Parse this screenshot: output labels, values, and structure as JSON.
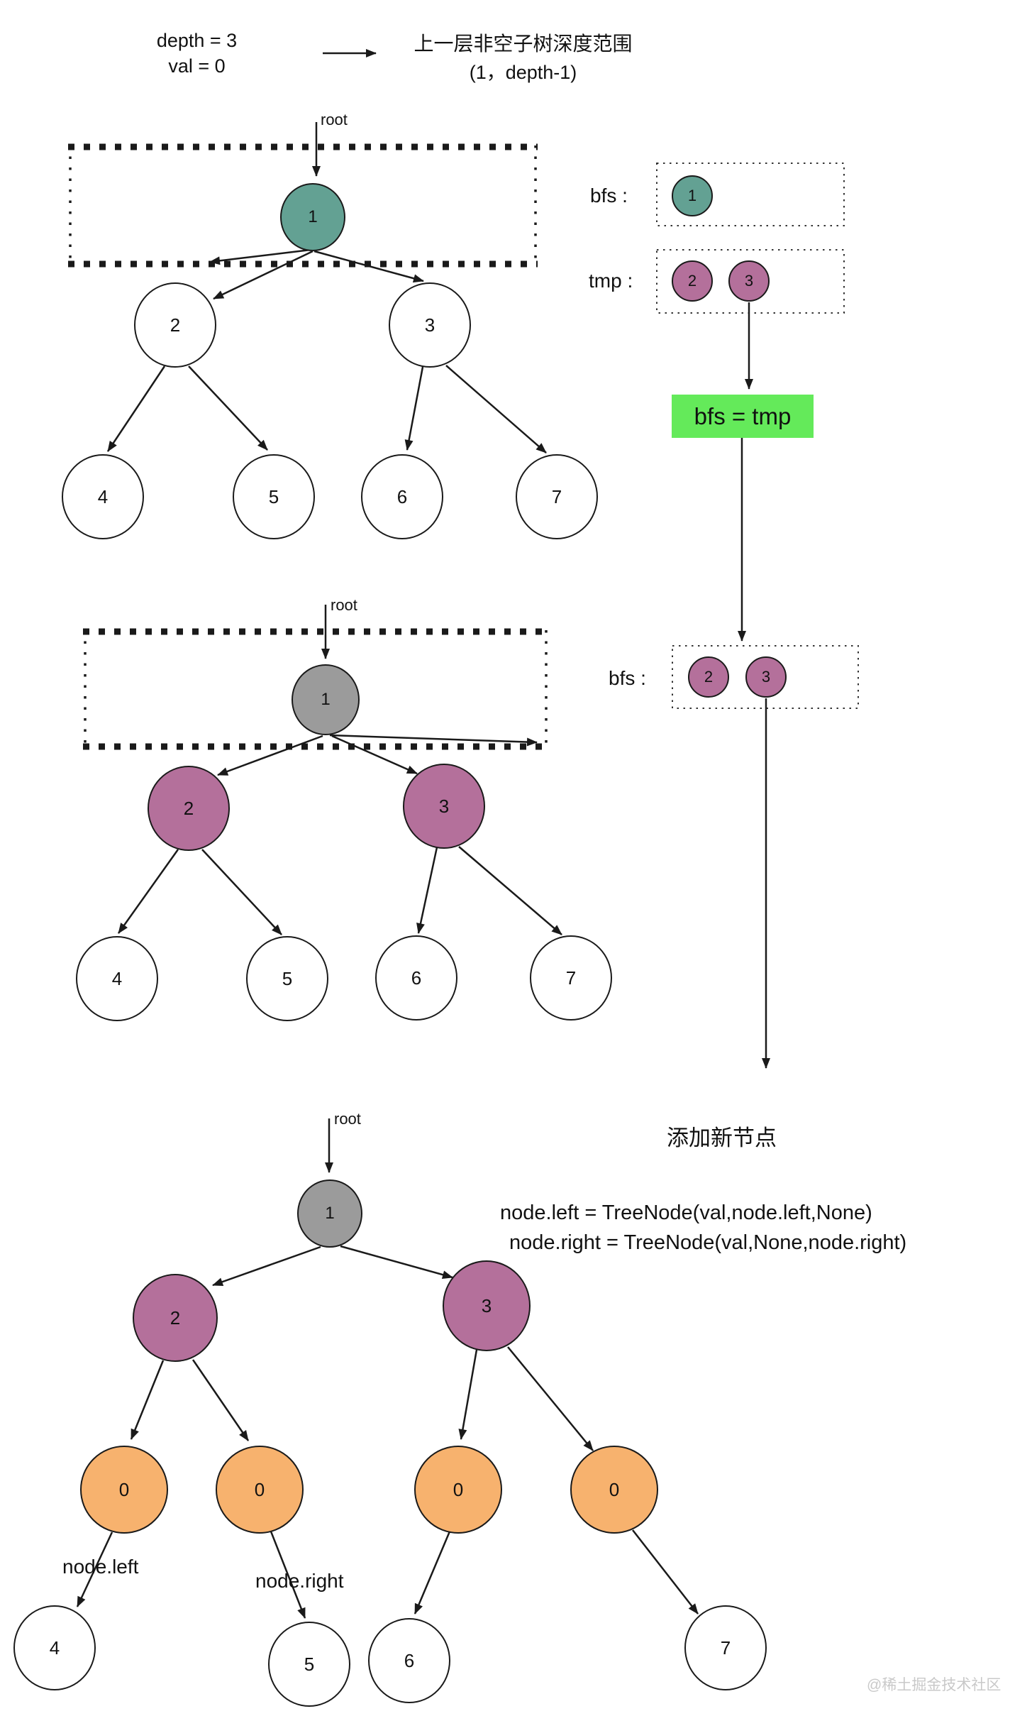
{
  "header": {
    "depth_line": "depth = 3",
    "val_line": "val = 0",
    "range_note_line1": "上一层非空子树深度范围",
    "range_note_line2": "(1，depth-1)"
  },
  "queue_panel": {
    "bfs_label_1": "bfs :",
    "tmp_label": "tmp :",
    "bfs1_item_1": "1",
    "tmp_item_1": "2",
    "tmp_item_2": "3",
    "assign_button": "bfs = tmp",
    "bfs_label_2": "bfs :",
    "bfs2_item_1": "2",
    "bfs2_item_2": "3",
    "add_note": "添加新节点"
  },
  "code": {
    "line1": "node.left = TreeNode(val,node.left,None)",
    "line2": "node.right = TreeNode(val,None,node.right)"
  },
  "tree1": {
    "root_label": "root",
    "n1": "1",
    "n2": "2",
    "n3": "3",
    "n4": "4",
    "n5": "5",
    "n6": "6",
    "n7": "7"
  },
  "tree2": {
    "root_label": "root",
    "n1": "1",
    "n2": "2",
    "n3": "3",
    "n4": "4",
    "n5": "5",
    "n6": "6",
    "n7": "7"
  },
  "tree3": {
    "root_label": "root",
    "n1": "1",
    "n2": "2",
    "n3": "3",
    "z1": "0",
    "z2": "0",
    "z3": "0",
    "z4": "0",
    "n4": "4",
    "n5": "5",
    "n6": "6",
    "n7": "7",
    "left_label": "node.left",
    "right_label": "node.right"
  },
  "watermark": "@稀土掘金技术社区",
  "colors": {
    "teal": "#63a193",
    "purple": "#b4709b",
    "gray": "#9b9b9b",
    "orange": "#f7b26e",
    "green": "#64ea5a",
    "stroke": "#1a1a1a",
    "watermark": "#c9c9c9"
  }
}
